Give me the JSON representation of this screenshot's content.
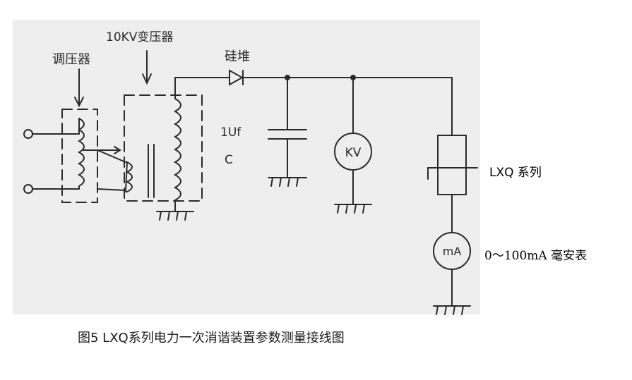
{
  "labels": {
    "voltage_regulator": "调压器",
    "transformer": "10KV变压器",
    "silicon_stack": "硅堆",
    "capacitance": "1Uf",
    "capacitor_symbol": "C",
    "kv_meter": "KV",
    "ma_meter": "mA",
    "lxq_series": "LXQ 系列",
    "milliammeter": "0～100mA 毫安表"
  },
  "caption": "图5 LXQ系列电力一次消谐装置参数测量接线图"
}
